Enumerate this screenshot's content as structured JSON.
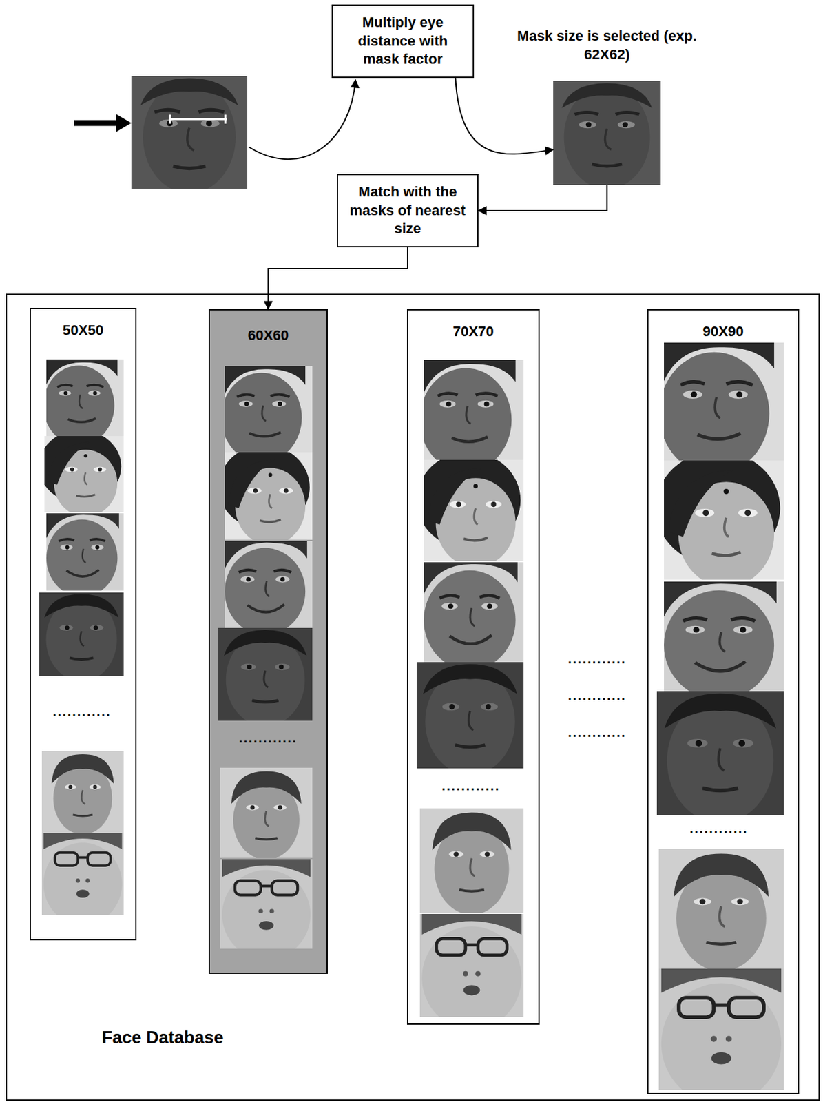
{
  "diagram": {
    "nodes": [
      {
        "text": [
          "Multiply eye distance with mask factor"
        ]
      },
      {
        "text": [
          "Mask size is selected (exp. 62X62)"
        ]
      },
      {
        "text": [
          "Match with the masks of nearest size"
        ]
      },
      {
        "text": [
          "Face Database"
        ]
      },
      {
        "text": [
          "50X50"
        ],
        "in": 3
      },
      {
        "text": [
          "60X60"
        ],
        "in": 3
      },
      {
        "text": [
          "70X70"
        ],
        "in": 3
      },
      {
        "text": [
          "90X90"
        ],
        "in": 3
      }
    ],
    "edges": [
      {
        "from": 0,
        "to": 1,
        "arrow": "to"
      },
      {
        "from": 1,
        "to": 2,
        "arrow": "to"
      },
      {
        "from": 2,
        "to": 5,
        "arrow": "to"
      }
    ],
    "labels": [
      "............",
      "............",
      "............",
      "............",
      "............",
      "............",
      "............"
    ]
  }
}
